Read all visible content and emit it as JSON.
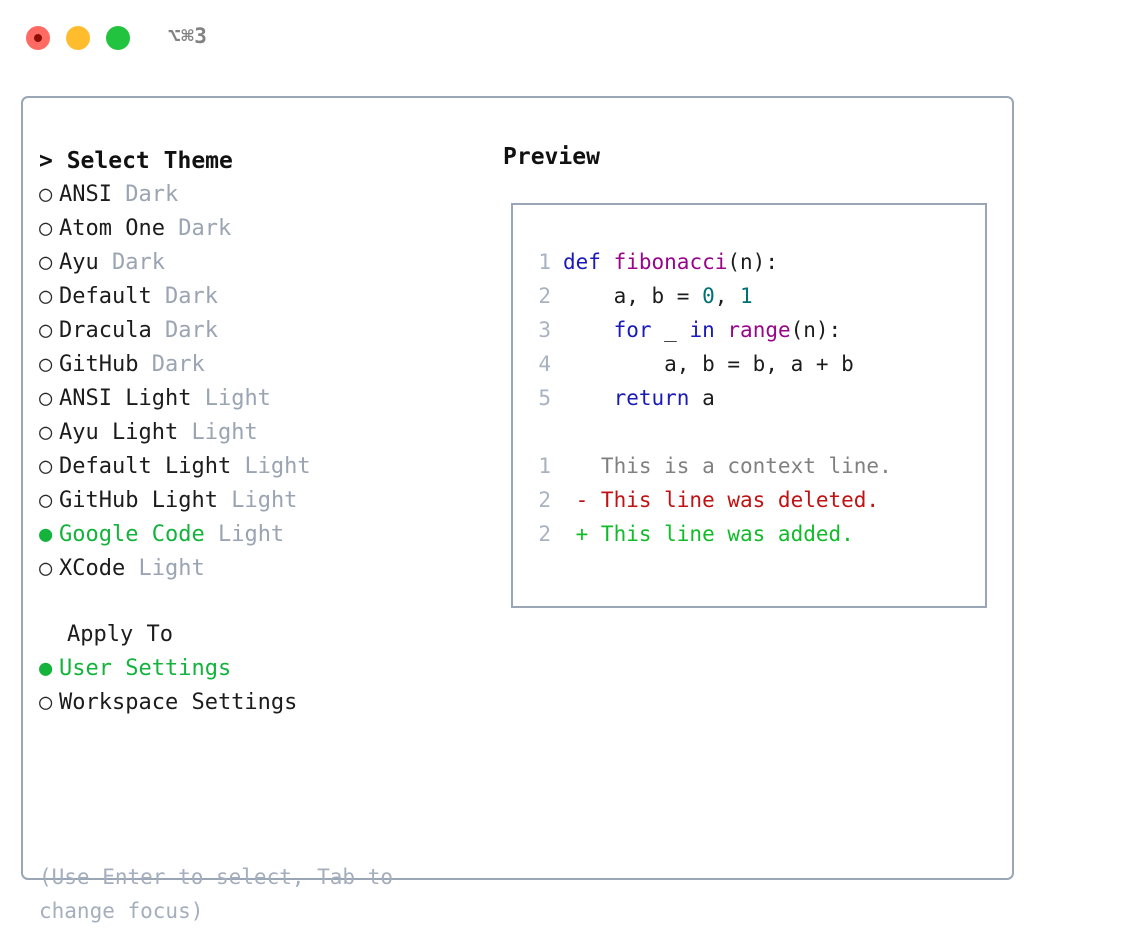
{
  "titlebar": {
    "shortcut": "⌥⌘3",
    "buttons": {
      "close": "close",
      "minimize": "minimize",
      "maximize": "maximize"
    },
    "colors": {
      "close": "#ff6b63",
      "minimize": "#ffbd2e",
      "maximize": "#22c33f"
    }
  },
  "theme_picker": {
    "header": "> Select Theme",
    "marker_selected": "●",
    "marker_unselected": "○",
    "items": [
      {
        "name": "ANSI",
        "badge": "Dark",
        "selected": false
      },
      {
        "name": "Atom One",
        "badge": "Dark",
        "selected": false
      },
      {
        "name": "Ayu",
        "badge": "Dark",
        "selected": false
      },
      {
        "name": "Default",
        "badge": "Dark",
        "selected": false
      },
      {
        "name": "Dracula",
        "badge": "Dark",
        "selected": false
      },
      {
        "name": "GitHub",
        "badge": "Dark",
        "selected": false
      },
      {
        "name": "ANSI Light",
        "badge": "Light",
        "selected": false
      },
      {
        "name": "Ayu Light",
        "badge": "Light",
        "selected": false
      },
      {
        "name": "Default Light",
        "badge": "Light",
        "selected": false
      },
      {
        "name": "GitHub Light",
        "badge": "Light",
        "selected": false
      },
      {
        "name": "Google Code",
        "badge": "Light",
        "selected": true
      },
      {
        "name": "XCode",
        "badge": "Light",
        "selected": false
      }
    ]
  },
  "apply_to": {
    "header": "Apply To",
    "items": [
      {
        "name": "User Settings",
        "selected": true
      },
      {
        "name": "Workspace Settings",
        "selected": false
      }
    ]
  },
  "hint": "(Use Enter to select, Tab to change focus)",
  "preview": {
    "title": "Preview",
    "code_lines": [
      {
        "no": "1",
        "tokens": [
          {
            "t": "def",
            "c": "kw"
          },
          {
            "t": " ",
            "c": "txt"
          },
          {
            "t": "fibonacci",
            "c": "fn"
          },
          {
            "t": "(n):",
            "c": "txt"
          }
        ]
      },
      {
        "no": "2",
        "tokens": [
          {
            "t": "    a, b = ",
            "c": "txt"
          },
          {
            "t": "0",
            "c": "num"
          },
          {
            "t": ", ",
            "c": "txt"
          },
          {
            "t": "1",
            "c": "num"
          }
        ]
      },
      {
        "no": "3",
        "tokens": [
          {
            "t": "    ",
            "c": "txt"
          },
          {
            "t": "for",
            "c": "kw"
          },
          {
            "t": " _ ",
            "c": "txt"
          },
          {
            "t": "in",
            "c": "kw"
          },
          {
            "t": " ",
            "c": "txt"
          },
          {
            "t": "range",
            "c": "fn"
          },
          {
            "t": "(n):",
            "c": "txt"
          }
        ]
      },
      {
        "no": "4",
        "tokens": [
          {
            "t": "        a, b = b, a + b",
            "c": "txt"
          }
        ]
      },
      {
        "no": "5",
        "tokens": [
          {
            "t": "    ",
            "c": "txt"
          },
          {
            "t": "return",
            "c": "kw"
          },
          {
            "t": " a",
            "c": "txt"
          }
        ]
      }
    ],
    "diff_lines": [
      {
        "no": "1",
        "marker": " ",
        "text": " This is a context line.",
        "kind": "ctx"
      },
      {
        "no": "2",
        "marker": "-",
        "text": " This line was deleted.",
        "kind": "del"
      },
      {
        "no": "2",
        "marker": "+",
        "text": " This line was added.",
        "kind": "add"
      }
    ],
    "colors": {
      "keyword": "#1a1ab8",
      "function": "#99058a",
      "number": "#007070",
      "line_number": "#a8b2c0",
      "context": "#808080",
      "deleted": "#c01212",
      "added": "#12bb2a"
    }
  }
}
